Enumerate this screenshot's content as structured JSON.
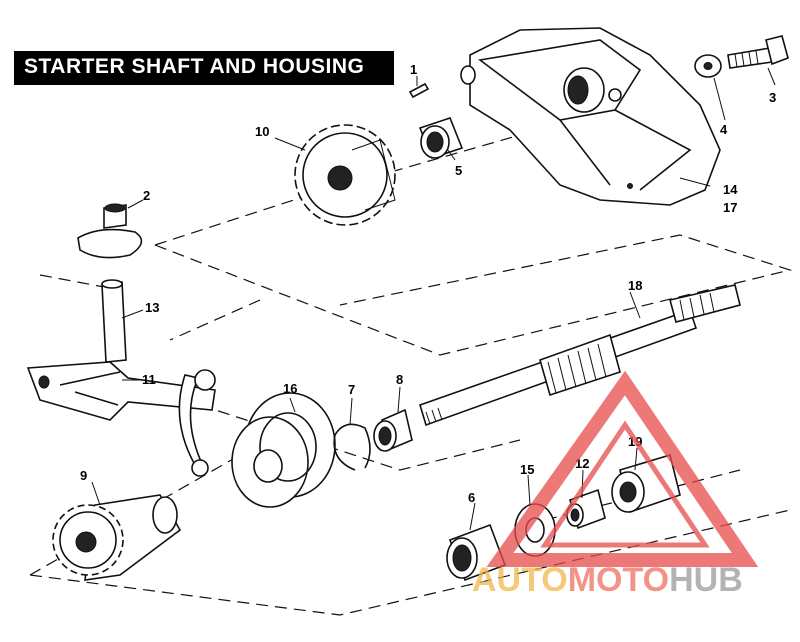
{
  "title": "STARTER SHAFT AND HOUSING",
  "callouts": {
    "c1": "1",
    "c2": "2",
    "c3": "3",
    "c4": "4",
    "c5": "5",
    "c6": "6",
    "c7": "7",
    "c8": "8",
    "c9": "9",
    "c10": "10",
    "c11": "11",
    "c12": "12",
    "c13": "13",
    "c14": "14",
    "c15": "15",
    "c16": "16",
    "c17": "17",
    "c18": "18",
    "c19": "19"
  },
  "watermark": {
    "part1": "AUTO",
    "part2": "MOTO",
    "part3": "HUB",
    "colors": {
      "auto": "#f2b84a",
      "moto": "#ef6f5f",
      "hub": "#9a9a9a",
      "triangle": "#e84c4c"
    }
  }
}
